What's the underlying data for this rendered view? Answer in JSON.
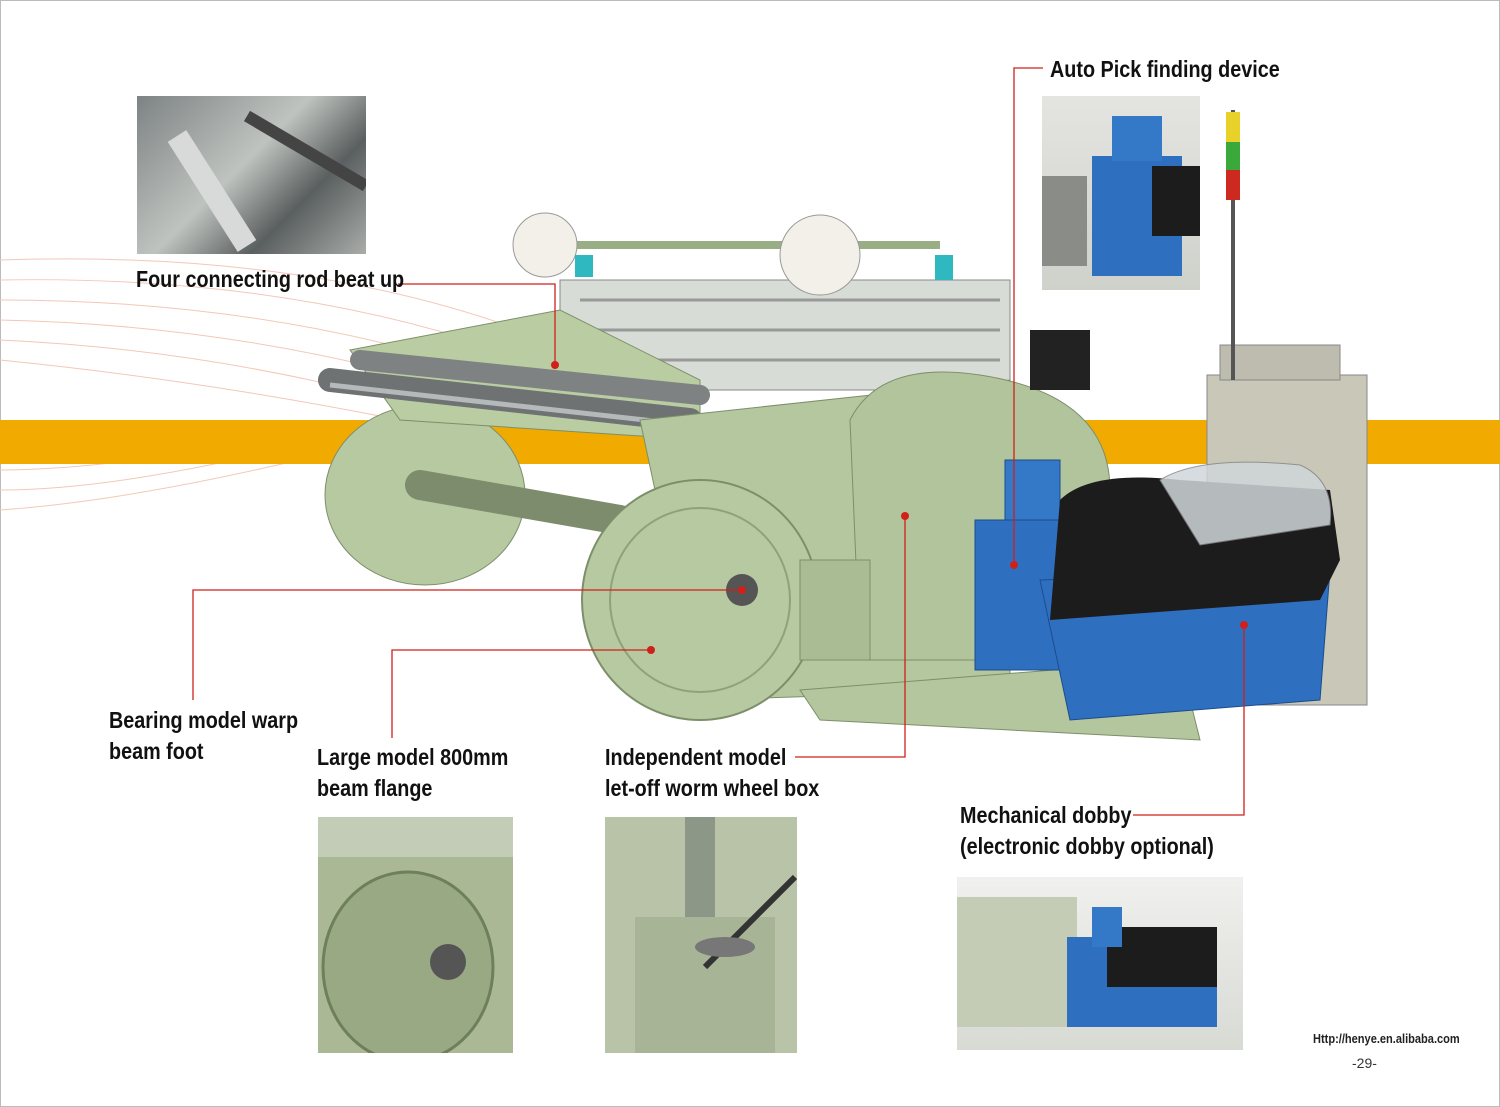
{
  "labels": {
    "beat_up": "Four connecting rod beat up",
    "auto_pick": "Auto Pick finding device",
    "bearing_line1": "Bearing model warp",
    "bearing_line2": "beam foot",
    "flange_line1": "Large model 800mm",
    "flange_line2": "beam flange",
    "letoff_line1": "Independent model",
    "letoff_line2": "let-off worm wheel box",
    "dobby_line1": "Mechanical dobby",
    "dobby_line2": "(electronic dobby optional)"
  },
  "footer": {
    "url": "Http://henye.en.alibaba.com",
    "page": "-29-"
  },
  "colors": {
    "band": "#f1aa00",
    "leader": "#d0201a",
    "machine_green": "#b7c9a0",
    "motor_blue": "#2f6fc0"
  }
}
